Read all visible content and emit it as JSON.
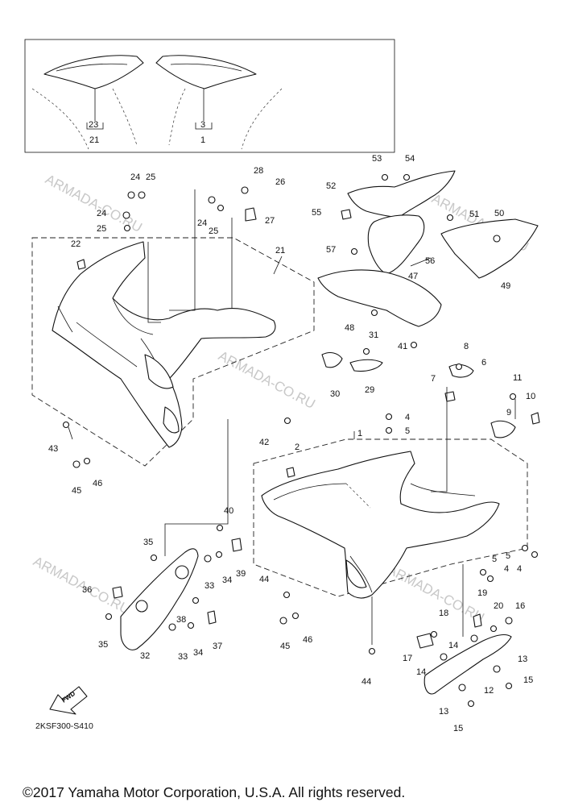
{
  "watermark": "ARMADA-CO.RU",
  "diagram_code": "2KSF300-S410",
  "fwd_label": "FWD",
  "copyright": "©2017 Yamaha Motor Corporation, U.S.A. All rights reserved.",
  "callouts": {
    "c1a": "1",
    "c1b": "1",
    "c2": "2",
    "c3": "3",
    "c4a": "4",
    "c4b": "4",
    "c4c": "4",
    "c5a": "5",
    "c5b": "5",
    "c5c": "5",
    "c6": "6",
    "c7": "7",
    "c8": "8",
    "c9": "9",
    "c10": "10",
    "c11": "11",
    "c12": "12",
    "c13a": "13",
    "c13b": "13",
    "c14a": "14",
    "c14b": "14",
    "c15a": "15",
    "c15b": "15",
    "c16": "16",
    "c17": "17",
    "c18": "18",
    "c19": "19",
    "c20": "20",
    "c21a": "21",
    "c21b": "21",
    "c22": "22",
    "c23": "23",
    "c24a": "24",
    "c24b": "24",
    "c24c": "24",
    "c25a": "25",
    "c25b": "25",
    "c25c": "25",
    "c26": "26",
    "c27": "27",
    "c28": "28",
    "c29": "29",
    "c30": "30",
    "c31": "31",
    "c32": "32",
    "c33a": "33",
    "c33b": "33",
    "c34a": "34",
    "c34b": "34",
    "c35a": "35",
    "c35b": "35",
    "c36": "36",
    "c37": "37",
    "c38": "38",
    "c39": "39",
    "c40": "40",
    "c41": "41",
    "c42": "42",
    "c43": "43",
    "c44a": "44",
    "c44b": "44",
    "c45a": "45",
    "c45b": "45",
    "c46a": "46",
    "c46b": "46",
    "c47": "47",
    "c48": "48",
    "c49": "49",
    "c50": "50",
    "c51": "51",
    "c52": "52",
    "c53": "53",
    "c54": "54",
    "c55": "55",
    "c56": "56",
    "c57": "57"
  }
}
